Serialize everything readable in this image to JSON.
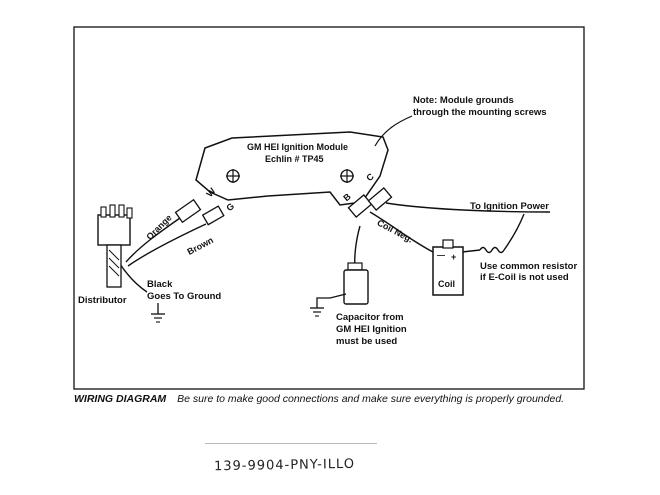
{
  "labels": {
    "note_line1": "Note: Module grounds",
    "note_line2": "through the mounting screws",
    "module_line1": "GM HEI Ignition Module",
    "module_line2": "Echlin # TP45",
    "terminal_w": "W",
    "terminal_g": "G",
    "terminal_b": "B",
    "terminal_c": "C",
    "orange": "Orange",
    "brown": "Brown",
    "coil_neg": "Coil Neg.",
    "to_ignition_power": "To Ignition Power",
    "resistor_line1": "Use common resistor",
    "resistor_line2": "if E-Coil is not used",
    "coil": "Coil",
    "coil_plus": "+",
    "coil_minus": "—",
    "distributor": "Distributor",
    "black_line1": "Black",
    "black_line2": "Goes To Ground",
    "capacitor_line1": "Capacitor from",
    "capacitor_line2": "GM HEI Ignition",
    "capacitor_line3": "must be used"
  },
  "caption": {
    "title": "WIRING DIAGRAM",
    "text": "Be sure to make good connections and make sure everything is properly grounded."
  },
  "handwritten_note": "139-9904-PNY-ILLO"
}
